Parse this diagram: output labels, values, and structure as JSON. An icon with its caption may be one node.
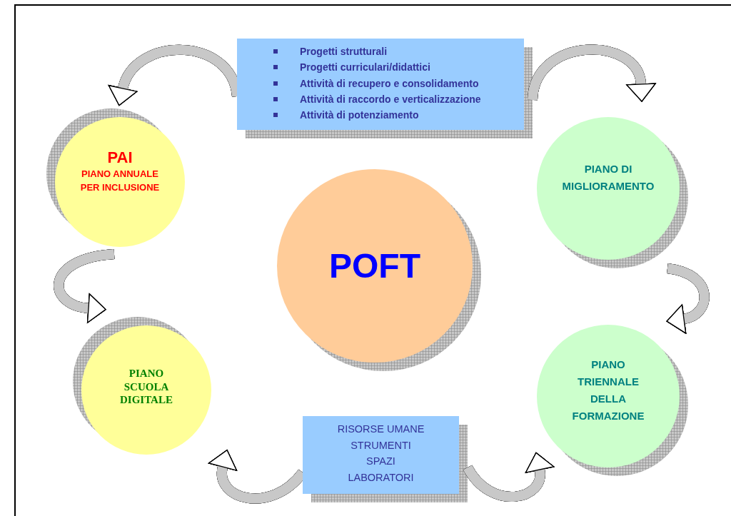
{
  "diagram": {
    "nodes": [
      {
        "text": [
          "Progetti strutturali",
          "Progetti curriculari/didattici",
          "Attività di recupero e consolidamento",
          "Attività di raccordo e verticalizzazione",
          "Attività di potenziamento"
        ]
      },
      {
        "text": [
          "PAI",
          "PIANO ANNUALE PER INCLUSIONE"
        ]
      },
      {
        "text": [
          "PIANO DI MIGLIORAMENTO"
        ]
      },
      {
        "text": [
          "POFT"
        ]
      },
      {
        "text": [
          "PIANO SCUOLA DIGITALE"
        ]
      },
      {
        "text": [
          "PIANO TRIENNALE DELLA FORMAZIONE"
        ]
      },
      {
        "text": [
          "RISORSE UMANE",
          "STRUMENTI",
          "SPAZI",
          "LABORATORI"
        ]
      }
    ],
    "edges": [
      {
        "from": 0,
        "to": 1,
        "arrow": "to"
      },
      {
        "from": 0,
        "to": 2,
        "arrow": "to"
      },
      {
        "from": 1,
        "to": 4,
        "arrow": "to"
      },
      {
        "from": 2,
        "to": 5,
        "arrow": "to"
      },
      {
        "from": 6,
        "to": 4,
        "arrow": "to"
      },
      {
        "from": 6,
        "to": 5,
        "arrow": "to"
      }
    ]
  }
}
